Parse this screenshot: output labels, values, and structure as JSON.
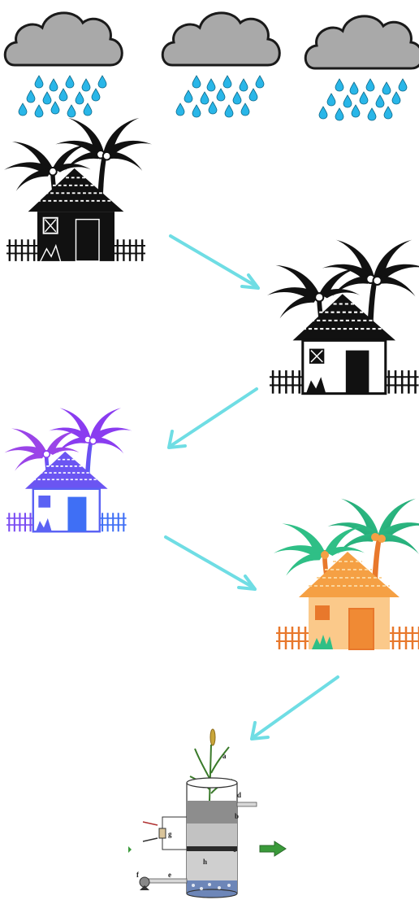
{
  "clouds": [
    {
      "name": "rain-cloud-1"
    },
    {
      "name": "rain-cloud-2"
    },
    {
      "name": "rain-cloud-3"
    }
  ],
  "houses": [
    {
      "name": "hut-black-small",
      "palette": "black"
    },
    {
      "name": "hut-black-large",
      "palette": "black"
    },
    {
      "name": "hut-purple-blue",
      "palette": "purple-blue"
    },
    {
      "name": "hut-orange-green",
      "palette": "orange-green"
    }
  ],
  "colors": {
    "cloud_fill": "#a9a9a9",
    "cloud_stroke": "#1a1a1a",
    "rain_drop": "#29b6e8",
    "arrow": "#6fdde4",
    "black": "#111111",
    "purple": "#8a3cf0",
    "blue": "#3f6ff5",
    "orange": "#f5a044",
    "orange_dark": "#e8782c",
    "green": "#2fbf86",
    "filter_arrow": "#3a9a3a",
    "pump": "#888888"
  },
  "filter_diagram": {
    "labels": {
      "a": "a",
      "b": "b",
      "c": "c",
      "d": "d",
      "e": "e",
      "f": "f",
      "g": "g",
      "h": "h"
    }
  }
}
